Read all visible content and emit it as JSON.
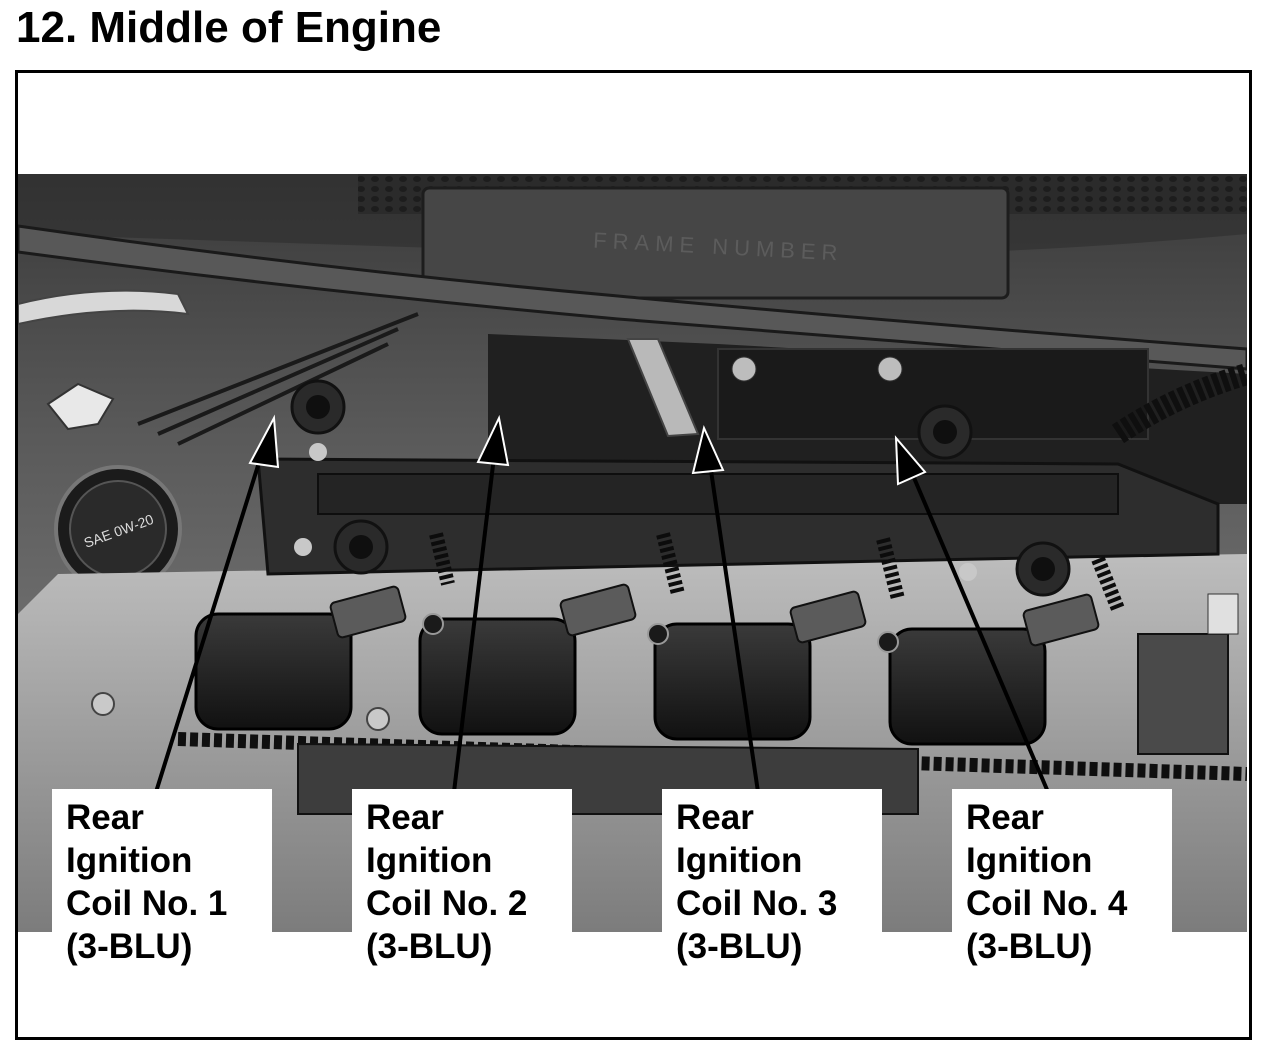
{
  "title": "12. Middle of Engine",
  "photo": {
    "frame_number_text": "FRAME NUMBER",
    "oil_cap_text": "SAE 0W-20"
  },
  "labels": [
    {
      "line1": "Rear",
      "line2": "Ignition",
      "line3": "Coil No. 1",
      "line4": "(3-BLU)"
    },
    {
      "line1": "Rear",
      "line2": "Ignition",
      "line3": "Coil No. 2",
      "line4": "(3-BLU)"
    },
    {
      "line1": "Rear",
      "line2": "Ignition",
      "line3": "Coil No. 3",
      "line4": "(3-BLU)"
    },
    {
      "line1": "Rear",
      "line2": "Ignition",
      "line3": "Coil No. 4",
      "line4": "(3-BLU)"
    }
  ]
}
